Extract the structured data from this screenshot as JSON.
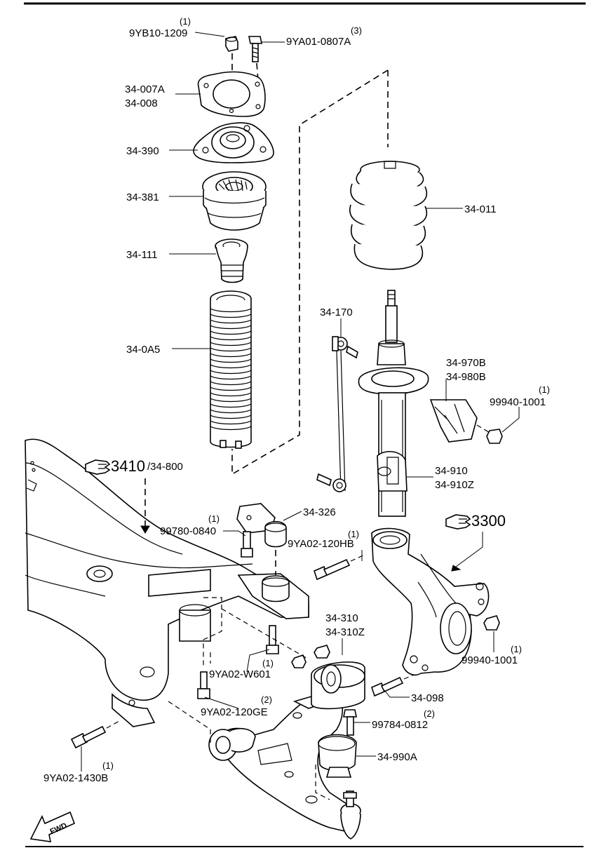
{
  "callouts": {
    "nut_top": {
      "part": "9YB10-1209",
      "qty": "(1)"
    },
    "bolt_top": {
      "part": "9YA01-0807A",
      "qty": "(3)"
    },
    "mount_plate": {
      "part": "34-007A",
      "part2": "34-008"
    },
    "mount_rubber": {
      "part": "34-390"
    },
    "bearing": {
      "part": "34-381"
    },
    "bump_stop": {
      "part": "34-111"
    },
    "dust_boot": {
      "part": "34-0A5"
    },
    "coil_spring": {
      "part": "34-011"
    },
    "stabilizer_link": {
      "part": "34-170"
    },
    "bracket": {
      "part": "34-970B",
      "part2": "34-980B"
    },
    "nut_bracket": {
      "part": "99940-1001",
      "qty": "(1)"
    },
    "strut": {
      "part": "34-910",
      "part2": "34-910Z"
    },
    "crossmember_ref": {
      "part": "3410",
      "part2": "/34-800"
    },
    "stabilizer_bushing": {
      "part": "34-326"
    },
    "bolt_bushing": {
      "part": "99780-0840",
      "qty": "(1)"
    },
    "knuckle_ref": {
      "part": "3300"
    },
    "bolt_knuckle": {
      "part": "9YA02-120HB",
      "qty": "(1)"
    },
    "lower_arm": {
      "part": "34-310",
      "part2": "34-310Z"
    },
    "bolt_w601": {
      "part": "9YA02-W601",
      "qty": "(1)"
    },
    "nut_knuckle": {
      "part": "99940-1001",
      "qty": "(1)"
    },
    "bolt_098": {
      "part": "34-098"
    },
    "bolt_120ge": {
      "part": "9YA02-120GE",
      "qty": "(2)"
    },
    "bolt_0812": {
      "part": "99784-0812",
      "qty": "(2)"
    },
    "ball_joint_bushing": {
      "part": "34-990A"
    },
    "bolt_1430b": {
      "part": "9YA02-1430B",
      "qty": "(1)"
    }
  },
  "fwd_arrow": {
    "label": "FWD"
  },
  "icons": {
    "reference": "pointing-hand-icon",
    "direction": "fwd-arrow-icon"
  }
}
